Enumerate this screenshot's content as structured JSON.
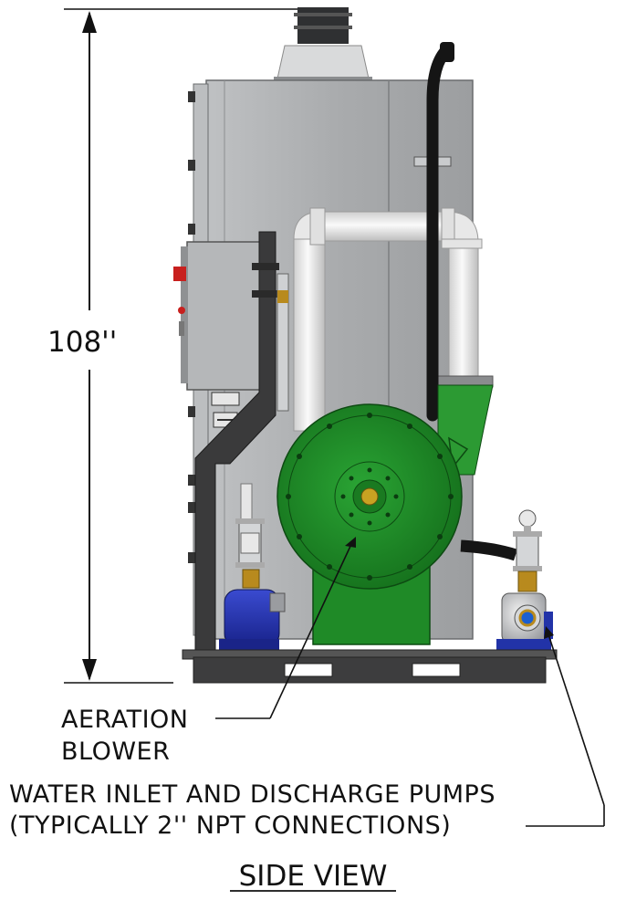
{
  "dimension": {
    "height_label": "108''"
  },
  "callouts": {
    "blower": {
      "line1": "AERATION",
      "line2": "BLOWER"
    },
    "pumps": {
      "line1": "WATER INLET AND DISCHARGE PUMPS",
      "line2": "(TYPICALLY 2'' NPT CONNECTIONS)"
    }
  },
  "view_title": "SIDE VIEW",
  "colors": {
    "tank": "#a7a9ab",
    "blower": "#1e8a26",
    "blue_pump": "#2233a8",
    "silver_pump": "#c7c9cc",
    "pipe_white": "#eeeeee",
    "hose": "#151515",
    "frame": "#3b3b3b",
    "brass": "#b88a1e"
  }
}
